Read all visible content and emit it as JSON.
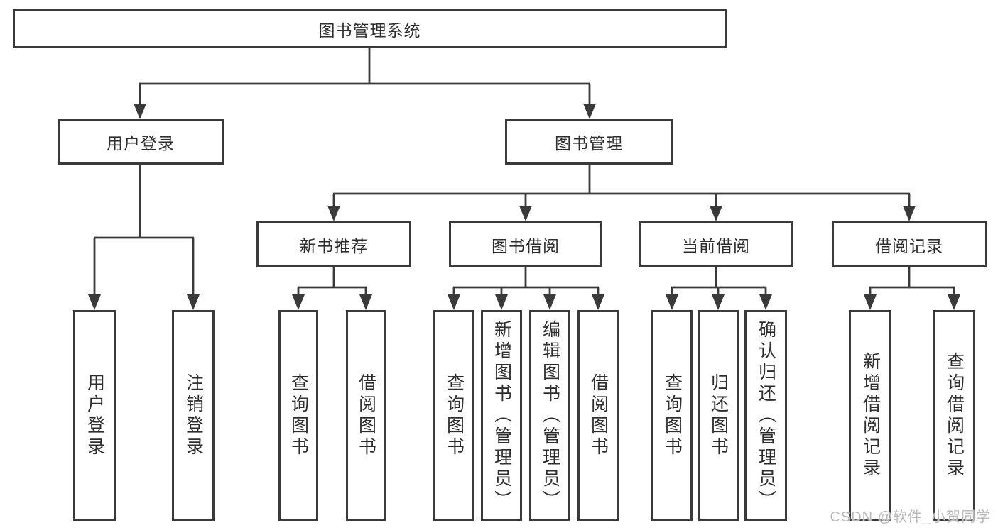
{
  "tree": {
    "root": {
      "label": "图书管理系统"
    },
    "children": [
      {
        "label": "用户登录",
        "children": [
          {
            "label": "用户登录"
          },
          {
            "label": "注销登录"
          }
        ]
      },
      {
        "label": "图书管理",
        "children": [
          {
            "label": "新书推荐",
            "children": [
              {
                "label": "查询图书"
              },
              {
                "label": "借阅图书"
              }
            ]
          },
          {
            "label": "图书借阅",
            "children": [
              {
                "label": "查询图书"
              },
              {
                "label": "新增图书（管理员）"
              },
              {
                "label": "编辑图书（管理员）"
              },
              {
                "label": "借阅图书"
              }
            ]
          },
          {
            "label": "当前借阅",
            "children": [
              {
                "label": "查询图书"
              },
              {
                "label": "归还图书"
              },
              {
                "label": "确认归还（管理员）"
              }
            ]
          },
          {
            "label": "借阅记录",
            "children": [
              {
                "label": "新增借阅记录"
              },
              {
                "label": "查询借阅记录"
              }
            ]
          }
        ]
      }
    ]
  },
  "watermark": {
    "text": "CSDN @软件_小贺同学"
  },
  "colors": {
    "line": "#3a3a3a",
    "box_border": "#3a3a3a",
    "text": "#2e2e2e",
    "watermark": "#b9b9b9",
    "background": "#ffffff"
  }
}
